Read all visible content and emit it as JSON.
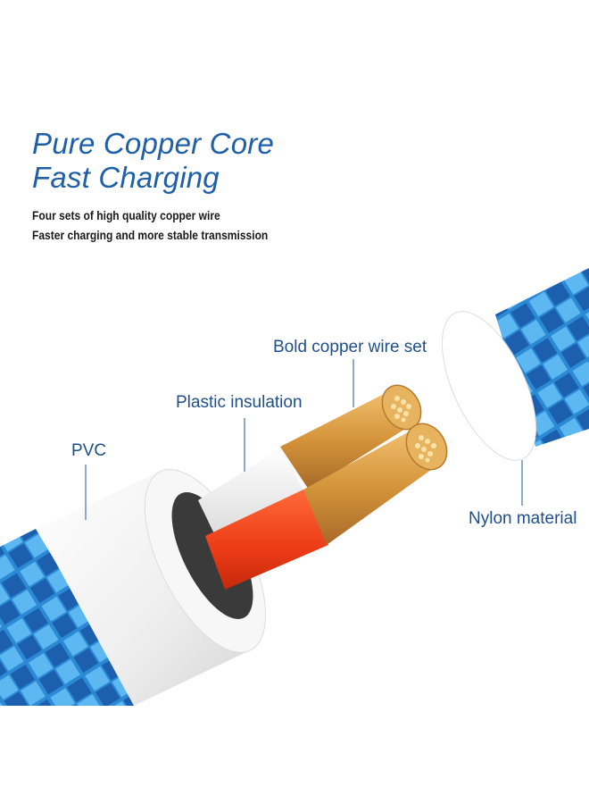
{
  "heading": {
    "line1": "Pure Copper Core",
    "line2": "Fast Charging"
  },
  "subheading": {
    "line1": "Four sets of high quality copper wire",
    "line2": "Faster charging and more stable transmission"
  },
  "callouts": {
    "copper": "Bold copper wire set",
    "insulation": "Plastic insulation",
    "pvc": "PVC",
    "nylon": "Nylon material"
  },
  "colors": {
    "heading": "#1f5fa8",
    "braid": "#2f8fd8",
    "braid_dark": "#1a63b3",
    "copper": "#d89a3c",
    "red_wire": "#f0421e",
    "jacket": "#f4f4f4"
  }
}
